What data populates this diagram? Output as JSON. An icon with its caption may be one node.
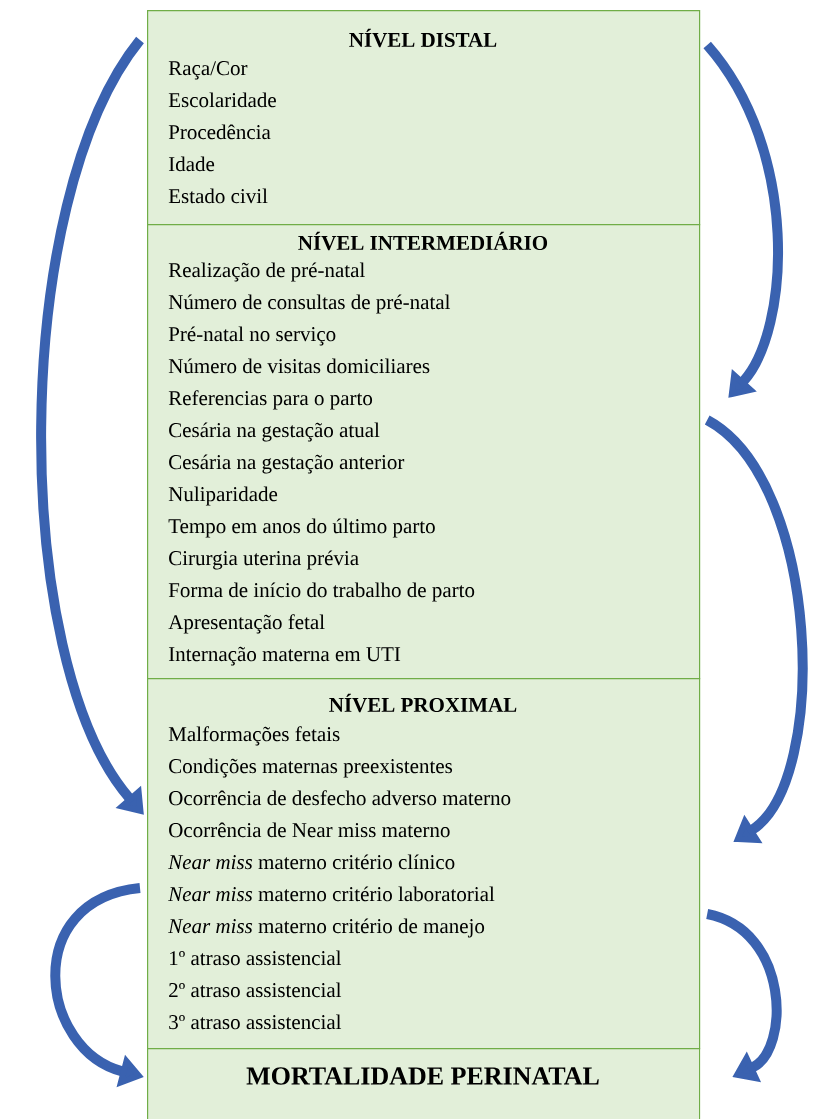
{
  "diagram": {
    "nodes": [
      {
        "text": [
          "NÍVEL DISTAL",
          "Raça/Cor",
          "Escolaridade",
          "Procedência",
          "Idade",
          "Estado civil"
        ]
      },
      {
        "text": [
          "NÍVEL INTERMEDIÁRIO",
          "Realização de pré-natal",
          "Número de consultas de pré-natal",
          "Pré-natal no serviço",
          "Número de visitas domiciliares",
          "Referencias para o parto",
          "Cesária na gestação atual",
          "Cesária na gestação anterior",
          "Nuliparidade",
          "Tempo em anos do último parto",
          "Cirurgia uterina prévia",
          "Forma de início do trabalho de parto",
          "Apresentação fetal",
          "Internação materna em UTI"
        ]
      },
      {
        "text": [
          "NÍVEL PROXIMAL",
          "Malformações fetais",
          "Condições maternas preexistentes",
          "Ocorrência de desfecho adverso materno",
          "Ocorrência de Near miss materno",
          "*Near miss* materno critério clínico",
          "*Near miss* materno critério laboratorial",
          "*Near miss* materno critério de manejo",
          "1º atraso assistencial",
          "2º atraso assistencial",
          "3º atraso assistencial"
        ]
      },
      {
        "text": [
          "MORTALIDADE PERINATAL"
        ]
      }
    ],
    "edges": [
      {
        "from": 0,
        "to": 2,
        "arrow": "to"
      },
      {
        "from": 0,
        "to": 1,
        "arrow": "to"
      },
      {
        "from": 1,
        "to": 2,
        "arrow": "to"
      },
      {
        "from": 2,
        "to": 3,
        "arrow": "to"
      },
      {
        "from": 2,
        "to": 3,
        "arrow": "to"
      }
    ]
  }
}
